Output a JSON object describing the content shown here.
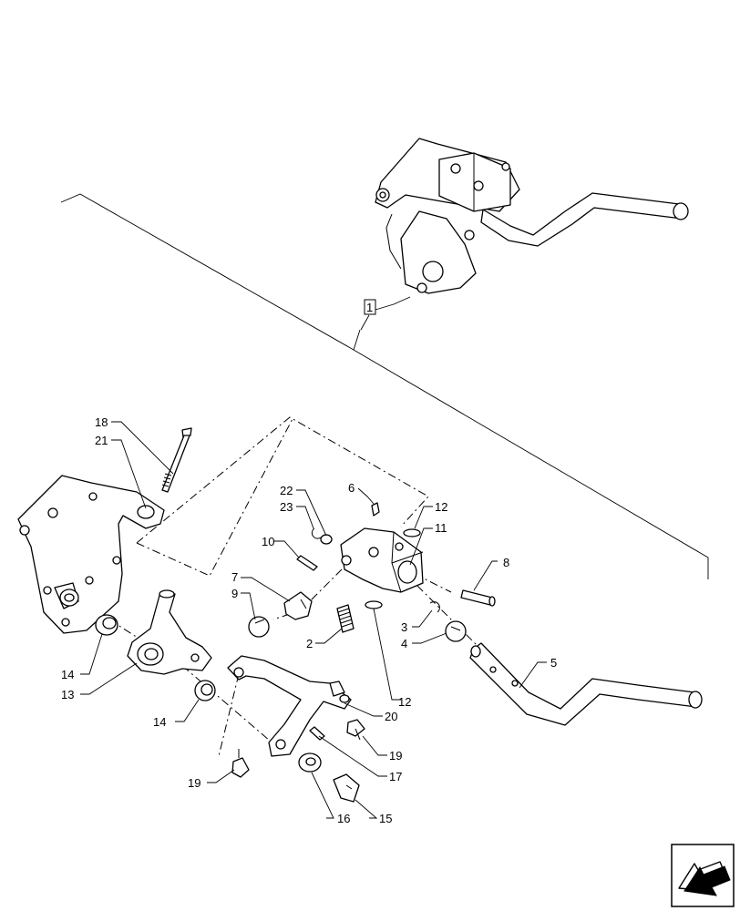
{
  "callouts": {
    "assembly": "1",
    "p2": "2",
    "p3": "3",
    "p4": "4",
    "p5": "5",
    "p6": "6",
    "p7": "7",
    "p8": "8",
    "p9": "9",
    "p10": "10",
    "p11": "11",
    "p12a": "12",
    "p12b": "12",
    "p13": "13",
    "p14a": "14",
    "p14b": "14",
    "p15": "15",
    "p16": "16",
    "p17": "17",
    "p18": "18",
    "p19a": "19",
    "p19b": "19",
    "p20": "20",
    "p21": "21",
    "p22": "22",
    "p23": "23"
  },
  "icons": {
    "nav": "next-page-arrow-icon"
  }
}
